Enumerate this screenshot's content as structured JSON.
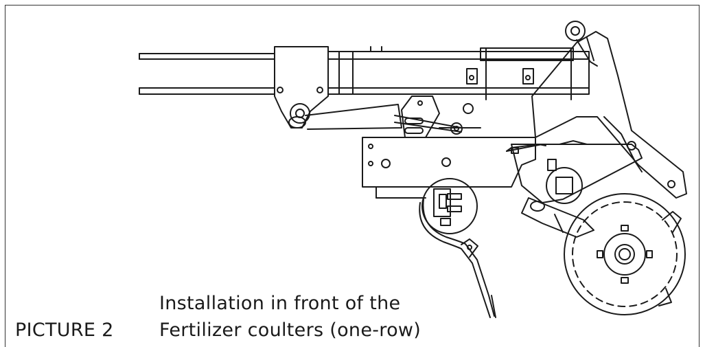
{
  "figure": {
    "picture_label": "PICTURE 2",
    "caption_line1": "Installation in front of the",
    "caption_line2": "Fertilizer coulters (one-row)"
  },
  "colors": {
    "line": "#1a1a1a",
    "background": "#ffffff"
  }
}
